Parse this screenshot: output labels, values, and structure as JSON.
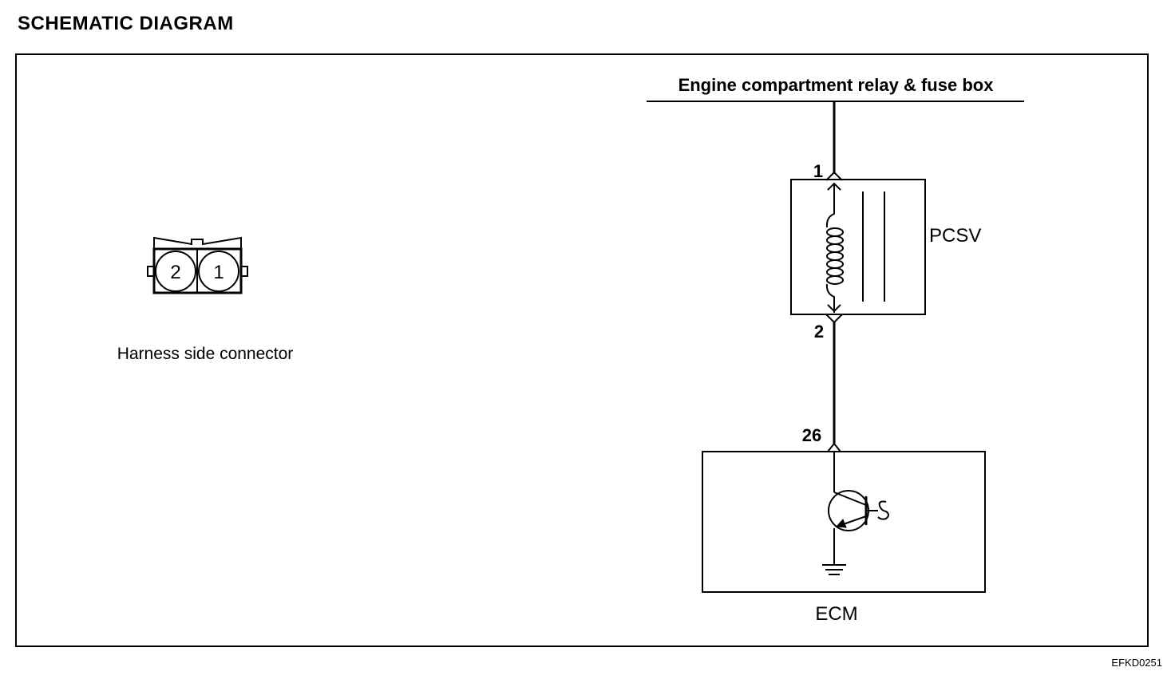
{
  "page": {
    "heading": "SCHEMATIC DIAGRAM",
    "code": "EFKD0251"
  },
  "connector": {
    "pin_left": "2",
    "pin_right": "1",
    "caption": "Harness side connector"
  },
  "circuit": {
    "source_label": "Engine compartment relay & fuse box",
    "pcsv_label": "PCSV",
    "pin_top": "1",
    "pin_bottom": "2",
    "ecm_pin": "26",
    "ecm_label": "ECM"
  }
}
